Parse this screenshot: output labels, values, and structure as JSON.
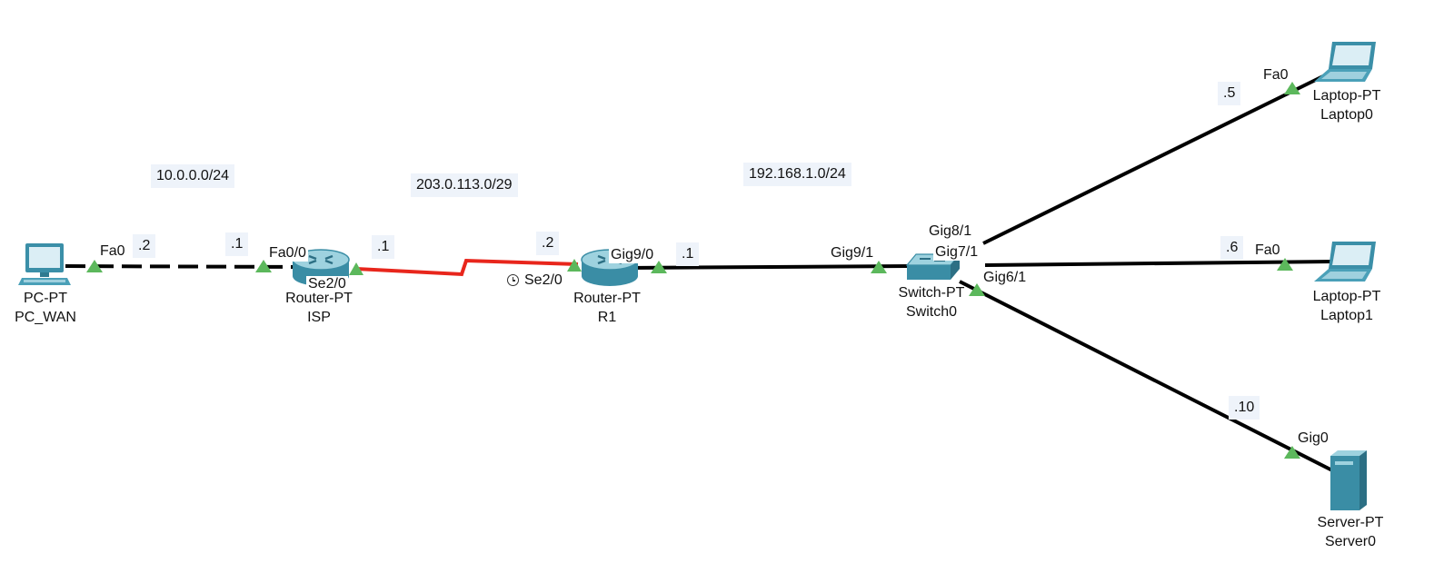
{
  "networks": {
    "wan_lan": "10.0.0.0/24",
    "serial": "203.0.113.0/29",
    "lan": "192.168.1.0/24"
  },
  "devices": {
    "pc_wan": {
      "model": "PC-PT",
      "name": "PC_WAN"
    },
    "isp": {
      "model": "Router-PT",
      "name": "ISP"
    },
    "r1": {
      "model": "Router-PT",
      "name": "R1"
    },
    "switch0": {
      "model": "Switch-PT",
      "name": "Switch0"
    },
    "laptop0": {
      "model": "Laptop-PT",
      "name": "Laptop0"
    },
    "laptop1": {
      "model": "Laptop-PT",
      "name": "Laptop1"
    },
    "server0": {
      "model": "Server-PT",
      "name": "Server0"
    }
  },
  "interfaces": {
    "pc_fa0": "Fa0",
    "isp_fa00": "Fa0/0",
    "isp_se20": "Se2/0",
    "r1_se20": "Se2/0",
    "r1_gig90": "Gig9/0",
    "sw_gig91": "Gig9/1",
    "sw_gig81": "Gig8/1",
    "sw_gig71": "Gig7/1",
    "sw_gig61": "Gig6/1",
    "laptop0_fa0": "Fa0",
    "laptop1_fa0": "Fa0",
    "server_gig0": "Gig0"
  },
  "host_octets": {
    "pc": ".2",
    "isp_lan": ".1",
    "isp_serial": ".1",
    "r1_serial": ".2",
    "r1_lan": ".1",
    "laptop0": ".5",
    "laptop1": ".6",
    "server0": ".10"
  },
  "colors": {
    "serial_link": "#e8261c",
    "ethernet_link": "#000000",
    "link_up_indicator": "#5cb85c",
    "device_teal": "#3b8fa8",
    "network_label_bg": "#eef3fa"
  }
}
